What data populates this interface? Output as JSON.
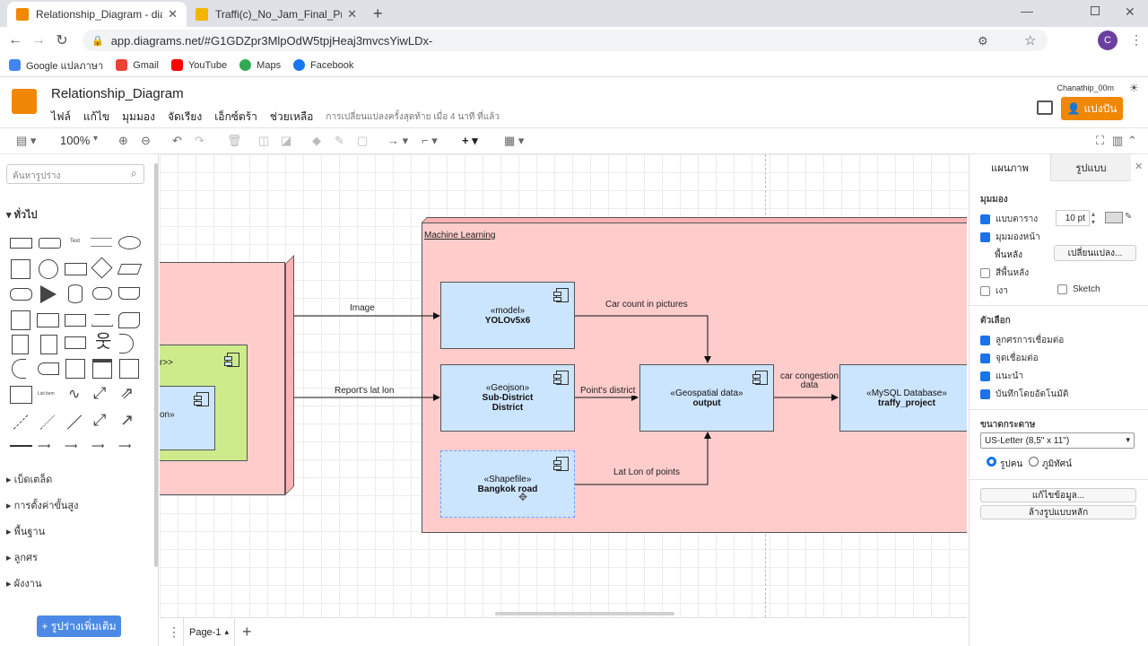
{
  "browser": {
    "tabs": [
      {
        "title": "Relationship_Diagram - diagrams.net",
        "active": true
      },
      {
        "title": "Traffi(c)_No_Jam_Final_Project - G",
        "active": false
      }
    ],
    "url": "app.diagrams.net/#G1GDZpr3MlpOdW5tpjHeaj3mvcsYiwLDx-",
    "profile_initial": "C",
    "bookmarks": [
      "Google แปลภาษา",
      "Gmail",
      "YouTube",
      "Maps",
      "Facebook"
    ]
  },
  "app": {
    "title": "Relationship_Diagram",
    "menus": [
      "ไฟล์",
      "แก้ไข",
      "มุมมอง",
      "จัดเรียง",
      "เอ็กซ์ตร้า",
      "ช่วยเหลือ"
    ],
    "last_saved": "การเปลี่ยนแปลงครั้งสุดท้าย เมื่อ 4 นาที ที่แล้ว",
    "user": "Chanathip_00m",
    "share_label": "แบ่งปัน"
  },
  "toolbar": {
    "zoom": "100%"
  },
  "left_panel": {
    "search_placeholder": "ค้นหารูปร่าง",
    "general": "ทั่วไป",
    "sections": [
      "เบ็ดเตล็ด",
      "การตั้งค่าขั้นสูง",
      "พื้นฐาน",
      "ลูกศร",
      "ผังงาน"
    ],
    "more_shapes": "+ รูปร่างเพิ่มเติม"
  },
  "right_panel": {
    "tabs": [
      "แผนภาพ",
      "รูปแบบ"
    ],
    "view_heading": "มุมมอง",
    "grid": "แบบตาราง",
    "grid_size": "10 pt",
    "page_view": "มุมมองหน้า",
    "background": "พื้นหลัง",
    "change_btn": "เปลี่ยนแปลง...",
    "bg_color": "สีพื้นหลัง",
    "shadow": "เงา",
    "sketch": "Sketch",
    "options_heading": "ตัวเลือก",
    "options": [
      "ลูกศรการเชื่อมต่อ",
      "จุดเชื่อมต่อ",
      "แนะนำ",
      "บันทึกโดยอัตโนมัติ"
    ],
    "paper_heading": "ขนาดกระดาษ",
    "paper_size": "US-Letter (8,5\" x 11\")",
    "portrait": "รูปคน",
    "landscape": "ภูมิทัศน์",
    "edit_data": "แก้ไขข้อมูล...",
    "clear_default": "ล้างรูปแบบหลัก"
  },
  "page_tab": "Page-1",
  "diagram": {
    "container_label": "Machine Learning",
    "left_partial_1": "r>>",
    "left_partial_2": "on»",
    "boxes": {
      "yolo": {
        "stereo": "«model»",
        "name": "YOLOv5x6"
      },
      "geojson": {
        "stereo": "«Geojson»",
        "name": "Sub-District\nDistrict"
      },
      "shapefile": {
        "stereo": "«Shapefile»",
        "name": "Bangkok road"
      },
      "geospatial": {
        "stereo": "«Geospatial data»",
        "name": "output"
      },
      "mysql": {
        "stereo": "«MySQL Database»",
        "name": "traffy_project"
      }
    },
    "edges": {
      "image": "Image",
      "report": "Report's lat lon",
      "car_count": "Car count in pictures",
      "points_district": "Point's district",
      "latlon_points": "Lat Lon of points",
      "congestion": "car congestion\ndata"
    }
  }
}
